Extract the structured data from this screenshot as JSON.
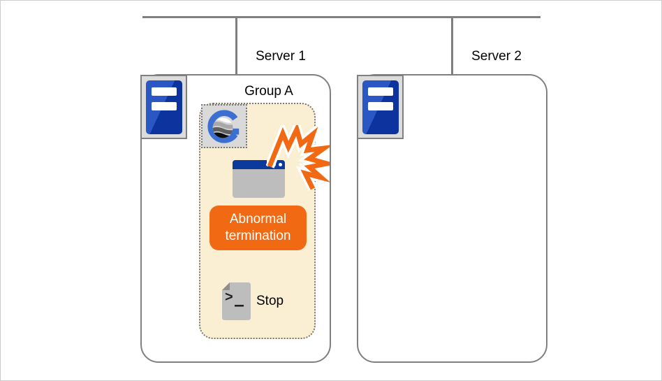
{
  "network": {
    "server1_label": "Server 1",
    "server2_label": "Server 2"
  },
  "server1": {
    "group_label": "Group A",
    "status_badge_label": "Abnormal termination",
    "action_label": "Stop"
  },
  "server2": {},
  "icons": {
    "server": "server-icon",
    "cluster_logo": "cluster-logo-icon",
    "application_window": "application-window-icon",
    "crash": "crash-burst-icon",
    "script": "script-file-icon"
  },
  "colors": {
    "accent_orange": "#F26914",
    "group_fill": "#FAEFD2",
    "line_gray": "#808080",
    "window_title_blue": "#0B3A9C",
    "icon_blue_light": "#2B57C4",
    "icon_blue_dark": "#0D339F",
    "logo_blue": "#3B6FD2",
    "icon_gray": "#BDBDBD"
  }
}
